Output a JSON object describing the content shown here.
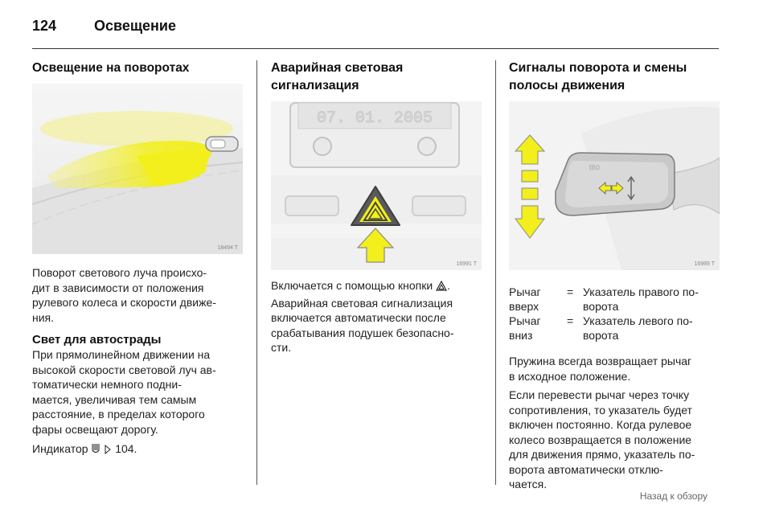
{
  "header": {
    "page_number": "124",
    "title": "Освещение"
  },
  "col1": {
    "heading": "Освещение на поворотах",
    "figure_code": "18494 T",
    "para1": [
      "Поворот светового луча происхо-",
      "дит в зависимости от положения",
      "рулевого колеса и скорости движе-",
      "ния."
    ],
    "subheading": "Свет для автострады",
    "para2": [
      "При прямолинейном движении на",
      "высокой скорости световой луч ав-",
      "томатически немного подни-",
      "мается, увеличивая тем самым",
      "расстояние, в пределах которого",
      "фары освещают дорогу."
    ],
    "indicator_label": "Индикатор",
    "indicator_ref": "104."
  },
  "col2": {
    "heading": [
      "Аварийная световая",
      "сигнализация"
    ],
    "figure_code": "16991 T",
    "display_text": "07. 01. 2005",
    "para1": "Включается с помощью кнопки",
    "para2": [
      "Аварийная световая сигнализация",
      "включается автоматически после",
      "срабатывания подушек безопасно-",
      "сти."
    ]
  },
  "col3": {
    "heading": [
      "Сигналы поворота и смены",
      "полосы движения"
    ],
    "figure_code": "16989 T",
    "definitions": [
      {
        "key": [
          "Рычаг",
          "вверх"
        ],
        "eq": "=",
        "value": [
          "Указатель правого по-",
          "ворота"
        ]
      },
      {
        "key": [
          "Рычаг",
          "вниз"
        ],
        "eq": "=",
        "value": [
          "Указатель левого по-",
          "ворота"
        ]
      }
    ],
    "para1": [
      "Пружина всегда возвращает рычаг",
      "в исходное положение."
    ],
    "para2": [
      "Если перевести рычаг через точку",
      "сопротивления, то указатель будет",
      "включен постоянно. Когда рулевое",
      "колесо возвращается в положение",
      "для движения прямо, указатель по-",
      "ворота автоматически отклю-",
      "чается."
    ]
  },
  "footer": {
    "back_link": "Назад к обзору"
  },
  "colors": {
    "highlight_yellow": "#f2ef1c",
    "text": "#222222",
    "rule": "#333333"
  }
}
